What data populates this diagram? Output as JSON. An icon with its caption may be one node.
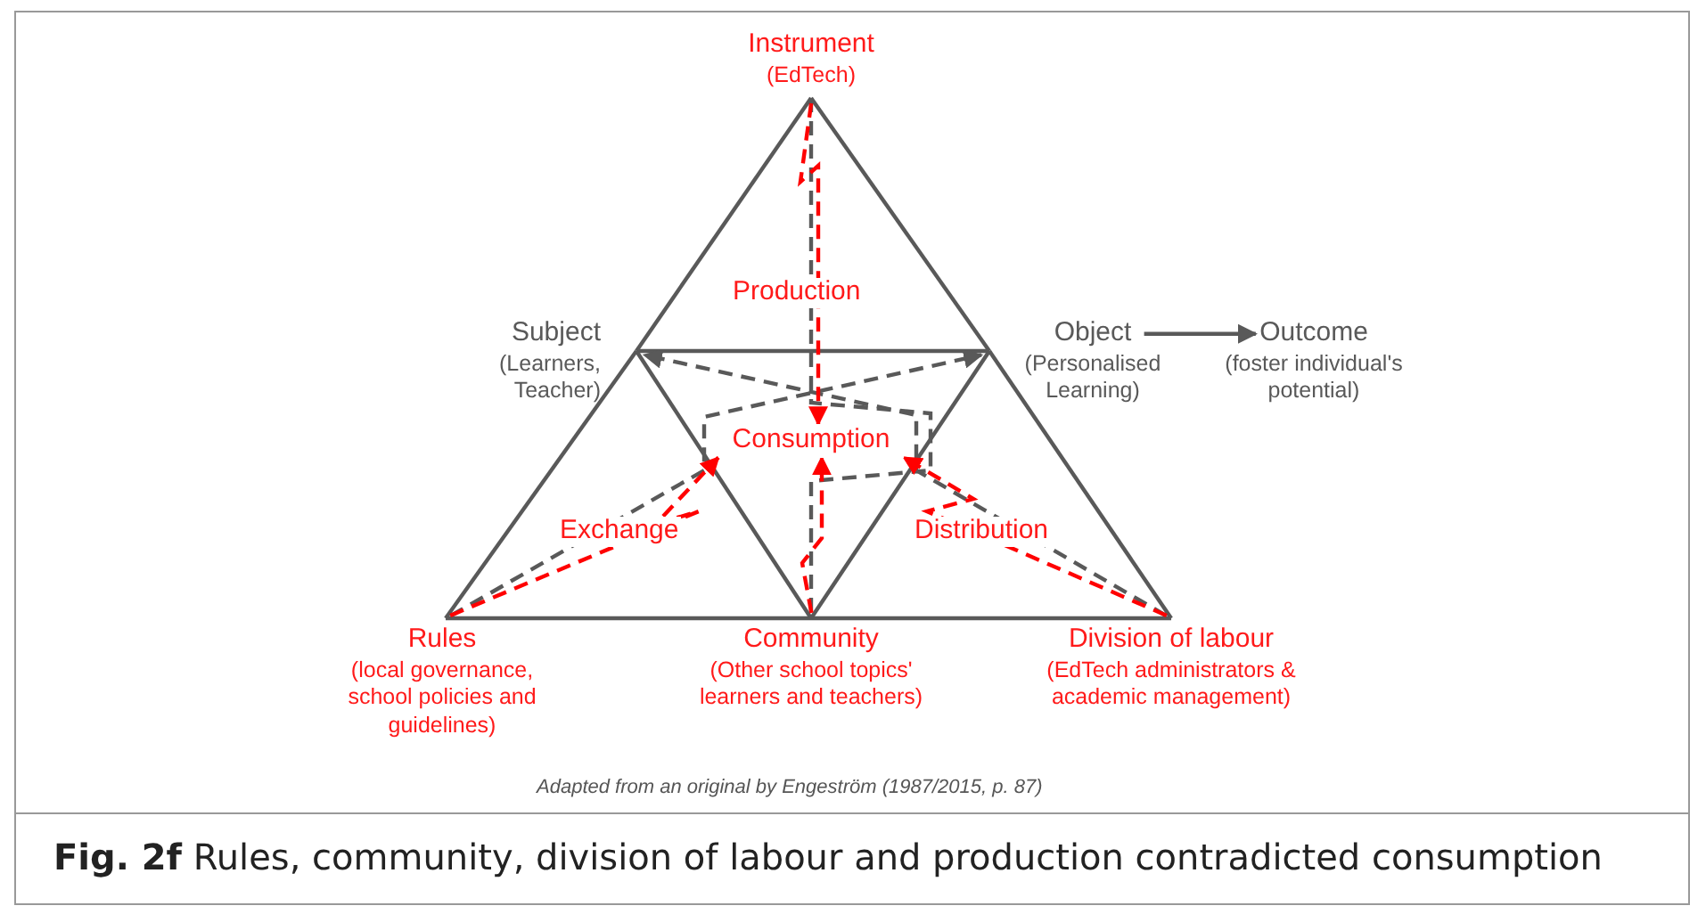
{
  "diagram": {
    "caption": "**Fig. 2f** Rules, community, division of labour and production contradicted consumption",
    "nodes": [
      {
        "text": [
          "Instrument",
          "(EdTech)"
        ]
      },
      {
        "text": [
          "Subject",
          "(Learners, Teacher)"
        ]
      },
      {
        "text": [
          "Object",
          "(Personalised Learning)"
        ]
      },
      {
        "text": [
          "Outcome",
          "(foster individual's potential)"
        ]
      },
      {
        "text": [
          "Rules",
          "(local governance, school policies and guidelines)"
        ]
      },
      {
        "text": [
          "Community",
          "(Other school topics' learners and teachers)"
        ]
      },
      {
        "text": [
          "Division of labour",
          "(EdTech administrators & academic management)"
        ]
      },
      {
        "text": [
          "Consumption"
        ]
      }
    ],
    "edges": [
      {
        "from": 2,
        "to": 3,
        "arrow": "to"
      },
      {
        "from": 0,
        "to": 1,
        "arrow": "none"
      },
      {
        "from": 0,
        "to": 2,
        "arrow": "none"
      },
      {
        "from": 1,
        "to": 2,
        "arrow": "none"
      },
      {
        "from": 1,
        "to": 4,
        "arrow": "none"
      },
      {
        "from": 2,
        "to": 6,
        "arrow": "none"
      },
      {
        "from": 4,
        "to": 5,
        "arrow": "none"
      },
      {
        "from": 5,
        "to": 6,
        "arrow": "none"
      },
      {
        "from": 1,
        "to": 5,
        "arrow": "none"
      },
      {
        "from": 2,
        "to": 5,
        "arrow": "none"
      },
      {
        "from": 0,
        "to": 5,
        "arrow": "none",
        "style": "dashed"
      },
      {
        "from": 6,
        "to": 1,
        "arrow": "to",
        "style": "dashed"
      },
      {
        "from": 4,
        "to": 2,
        "arrow": "to",
        "style": "dashed"
      },
      {
        "from": 0,
        "to": 7,
        "arrow": "to",
        "style": "dashed",
        "color": "#ff0000"
      },
      {
        "from": 4,
        "to": 7,
        "arrow": "to",
        "style": "dashed",
        "color": "#ff0000"
      },
      {
        "from": 5,
        "to": 7,
        "arrow": "to",
        "style": "dashed",
        "color": "#ff0000"
      },
      {
        "from": 6,
        "to": 7,
        "arrow": "to",
        "style": "dashed",
        "color": "#ff0000"
      }
    ],
    "labels": [
      "Production",
      "Exchange",
      "Distribution",
      "Adapted from an original by Engeström (1987/2015, p. 87)"
    ]
  }
}
